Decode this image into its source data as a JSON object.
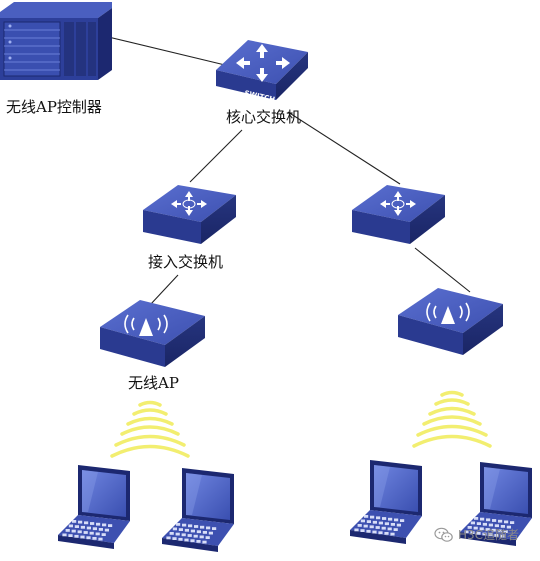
{
  "labels": {
    "controller": "无线AP控制器",
    "core_switch": "核心交换机",
    "switch_badge": "SWITCH",
    "access_switch": "接入交换机",
    "wireless_ap": "无线AP",
    "watermark": "H3C追随者"
  },
  "colors": {
    "device_blue": "#2d3f9a",
    "device_top": "#4a5fc0",
    "device_dark": "#1c2870",
    "signal_yellow": "#f2ee70",
    "line": "#222222"
  },
  "icons": {
    "controller": "server-chassis-icon",
    "core_switch": "core-switch-icon",
    "access_switch": "access-switch-icon",
    "wireless_ap": "wireless-ap-icon",
    "laptop": "laptop-icon",
    "signal": "wifi-signal-icon",
    "watermark": "wechat-icon"
  }
}
